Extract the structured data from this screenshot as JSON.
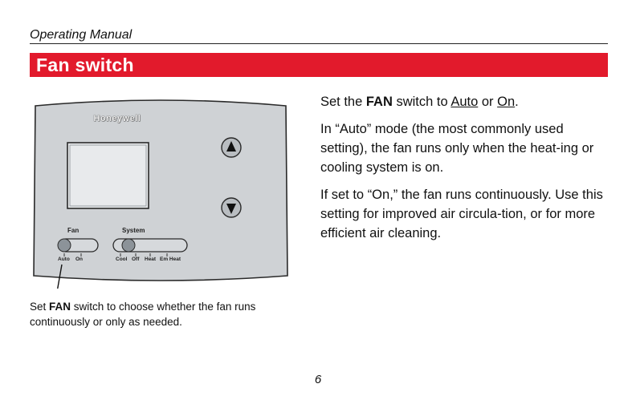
{
  "header": {
    "manual_label": "Operating Manual"
  },
  "section": {
    "title": "Fan switch"
  },
  "device": {
    "brand": "Honeywell",
    "fan_label": "Fan",
    "system_label": "System",
    "fan_positions": [
      "Auto",
      "On"
    ],
    "system_positions": [
      "Cool",
      "Off",
      "Heat",
      "Em Heat"
    ],
    "colors": {
      "body": "#cfd2d5",
      "display": "#e6e8ea",
      "knob": "#8c9399"
    }
  },
  "callout": {
    "pre": "Set ",
    "keyword": "FAN",
    "post": " switch to choose whether the fan runs continuously or only as needed."
  },
  "instructions": {
    "p1": {
      "pre": "Set the ",
      "keyword": "FAN",
      "mid": " switch to ",
      "opt1": "Auto",
      "or": " or ",
      "opt2": "On",
      "end": "."
    },
    "p2": "In “Auto” mode (the most commonly used setting), the fan runs only when the heat-ing or cooling system is on.",
    "p3": "If set to “On,” the fan runs continuously. Use this setting for improved air circula-tion, or for more efficient air cleaning."
  },
  "page_number": "6"
}
